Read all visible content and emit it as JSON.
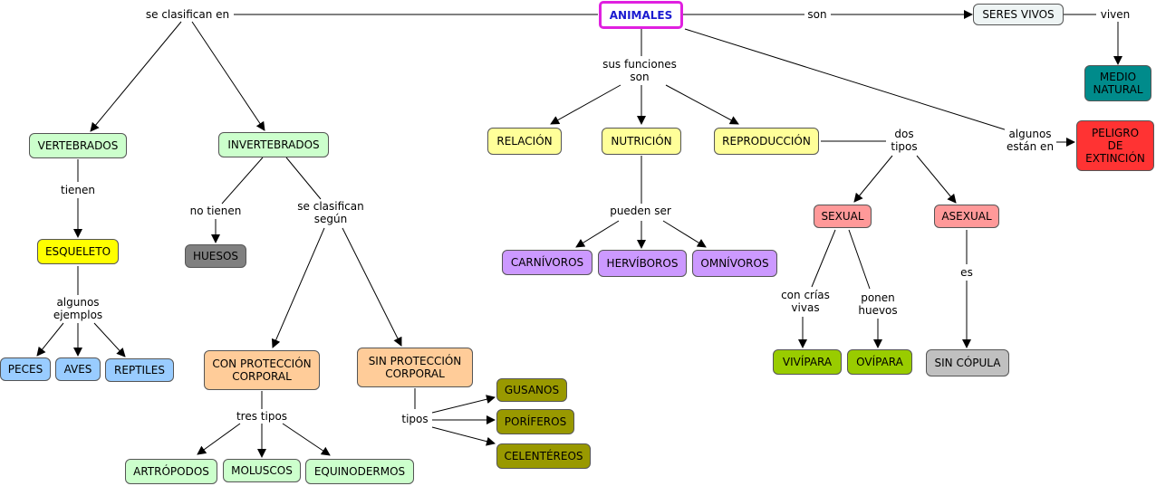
{
  "colors": {
    "root_border": "#e020e0",
    "root_text": "#1a1ad0",
    "green": "#ccffcc",
    "yellow": "#ffff00",
    "gray": "#808080",
    "blue": "#99ccff",
    "orange": "#ffcc99",
    "olive": "#999900",
    "light_yellow": "#ffff99",
    "purple": "#cc99ff",
    "pink": "#ff9999",
    "lime": "#99cc00",
    "light_gray": "#c0c0c0",
    "teal": "#008b8b",
    "red": "#ff3333"
  },
  "nodes": {
    "animales": "ANIMALES",
    "seres_vivos": "SERES VIVOS",
    "medio_natural": "MEDIO\nNATURAL",
    "peligro": "PELIGRO\nDE\nEXTINCIÓN",
    "vertebrados": "VERTEBRADOS",
    "invertebrados": "INVERTEBRADOS",
    "esqueleto": "ESQUELETO",
    "huesos": "HUESOS",
    "peces": "PECES",
    "aves": "AVES",
    "reptiles": "REPTILES",
    "con_proteccion": "CON PROTECCIÓN\nCORPORAL",
    "sin_proteccion": "SIN PROTECCIÓN\nCORPORAL",
    "gusanos": "GUSANOS",
    "poriferos": "PORÍFEROS",
    "celentereos": "CELENTÉREOS",
    "artropodos": "ARTRÓPODOS",
    "moluscos": "MOLUSCOS",
    "equinodermos": "EQUINODERMOS",
    "relacion": "RELACIÓN",
    "nutricion": "NUTRICIÓN",
    "reproduccion": "REPRODUCCIÓN",
    "carnivoros": "CARNÍVOROS",
    "herviboros": "HERVÍBOROS",
    "omnivoros": "OMNÍVOROS",
    "sexual": "SEXUAL",
    "asexual": "ASEXUAL",
    "vivipara": "VIVÍPARA",
    "ovipara": "OVÍPARA",
    "sin_copula": "SIN CÓPULA"
  },
  "labels": {
    "se_clasifican_en": "se clasifican en",
    "son": "son",
    "viven": "viven",
    "sus_funciones_son": "sus funciones\nson",
    "algunos_estan_en": "algunos\nestán en",
    "tienen": "tienen",
    "no_tienen": "no tienen",
    "se_clasifican_segun": "se clasifican\nsegún",
    "algunos_ejemplos": "algunos\nejemplos",
    "tres_tipos": "tres tipos",
    "tipos": "tipos",
    "pueden_ser": "pueden ser",
    "dos_tipos": "dos\ntipos",
    "con_crias_vivas": "con crías\nvivas",
    "ponen_huevos": "ponen\nhuevos",
    "es": "es"
  }
}
